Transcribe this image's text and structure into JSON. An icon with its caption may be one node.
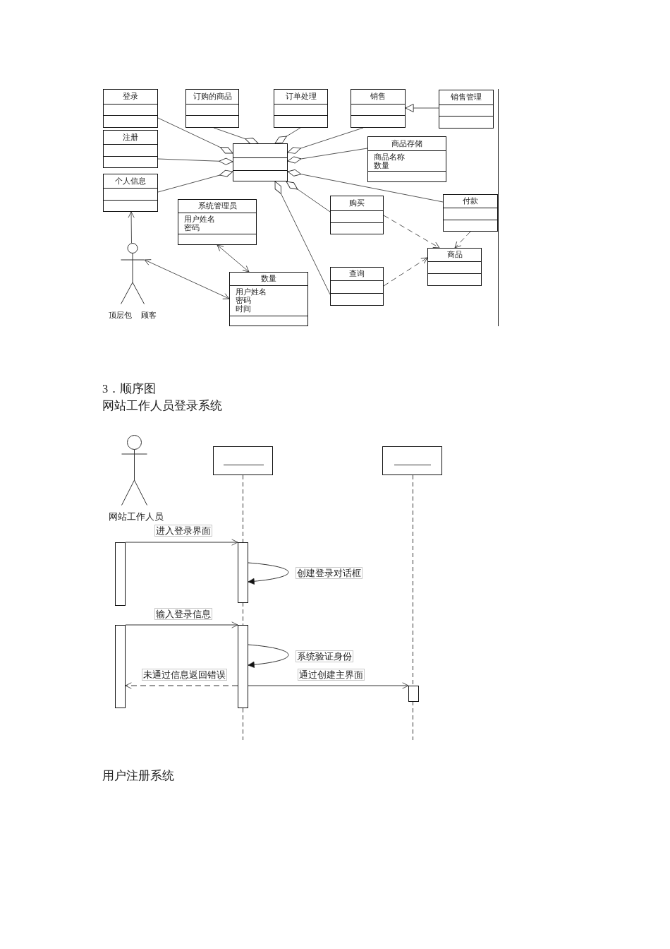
{
  "diagram": {
    "nodes": [
      {
        "text": [
          "登录"
        ]
      },
      {
        "text": [
          "订购的商品"
        ]
      },
      {
        "text": [
          "订单处理"
        ]
      },
      {
        "text": [
          "销售"
        ]
      },
      {
        "text": [
          "销售管理"
        ]
      },
      {
        "text": [
          "注册"
        ]
      },
      {
        "text": [
          "商品存储",
          "商品名称",
          "数量"
        ]
      },
      {
        "text": [],
        "shape": "box"
      },
      {
        "text": [
          "个人信息"
        ]
      },
      {
        "text": [
          "付款"
        ]
      },
      {
        "text": [
          "购买"
        ]
      },
      {
        "text": [
          "系统管理员",
          "用户姓名",
          "密码"
        ]
      },
      {
        "text": [],
        "shape": "person",
        "beside": [
          "顶层包",
          "顾客"
        ]
      },
      {
        "text": [
          "商品"
        ]
      },
      {
        "text": [
          "查询"
        ]
      },
      {
        "text": [
          "数量",
          "用户姓名",
          "密码",
          "时间"
        ]
      },
      {
        "text": [],
        "shape": "person",
        "beside": [
          "网站工作人员"
        ]
      },
      {
        "text": [],
        "shape": "box"
      },
      {
        "text": [],
        "shape": "box"
      },
      {
        "text": [],
        "shape": "bar"
      },
      {
        "text": [],
        "shape": "bar"
      },
      {
        "text": [],
        "shape": "bar"
      },
      {
        "text": [],
        "shape": "bar"
      },
      {
        "text": [],
        "shape": "bar"
      }
    ],
    "edges": [
      {
        "from": 0,
        "to": 7,
        "arrow": "other"
      },
      {
        "from": 1,
        "to": 7,
        "arrow": "other"
      },
      {
        "from": 2,
        "to": 7,
        "arrow": "other"
      },
      {
        "from": 3,
        "to": 7,
        "arrow": "other"
      },
      {
        "from": 4,
        "to": 3,
        "arrow": "to"
      },
      {
        "from": 5,
        "to": 7,
        "arrow": "other"
      },
      {
        "from": 6,
        "to": 7,
        "arrow": "other"
      },
      {
        "from": 8,
        "to": 7,
        "arrow": "other"
      },
      {
        "from": 9,
        "to": 7,
        "arrow": "other"
      },
      {
        "from": 10,
        "to": 7,
        "arrow": "other"
      },
      {
        "from": 14,
        "to": 7,
        "arrow": "other"
      },
      {
        "from": 12,
        "to": 8,
        "arrow": "to"
      },
      {
        "from": 12,
        "to": 15,
        "arrow": "both"
      },
      {
        "from": 11,
        "to": 15,
        "arrow": "both"
      },
      {
        "from": 10,
        "to": 13,
        "arrow": "to",
        "style": "dashed"
      },
      {
        "from": 9,
        "to": 13,
        "arrow": "to",
        "style": "dashed"
      },
      {
        "from": 14,
        "to": 13,
        "arrow": "to",
        "style": "dashed"
      },
      {
        "from": 19,
        "to": 20,
        "arrow": "to",
        "label": "进入登录界面"
      },
      {
        "from": 20,
        "to": 20,
        "arrow": "to",
        "label": "创建登录对话框"
      },
      {
        "from": 21,
        "to": 22,
        "arrow": "to",
        "label": "输入登录信息"
      },
      {
        "from": 22,
        "to": 22,
        "arrow": "to",
        "label": "系统验证身份"
      },
      {
        "from": 22,
        "to": 21,
        "arrow": "to",
        "label": "未通过信息返回错误",
        "style": "dashed"
      },
      {
        "from": 22,
        "to": 23,
        "arrow": "to",
        "label": "通过创建主界面"
      }
    ],
    "labels": [
      "3．顺序图",
      "网站工作人员登录系统",
      "用户注册系统"
    ]
  }
}
